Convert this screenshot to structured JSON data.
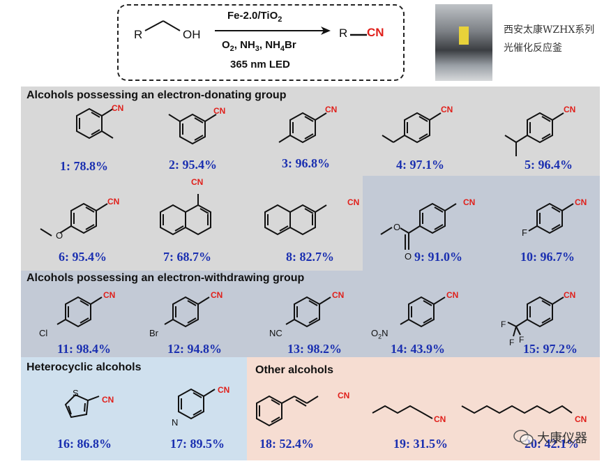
{
  "reaction": {
    "reactant_R": "R",
    "reactant_OH": "OH",
    "product_R": "R",
    "product_CN": "CN",
    "cond1_base": "Fe-2.0/TiO",
    "cond1_sub": "2",
    "cond2_a": "O",
    "cond2_a_sub": "2",
    "cond2_b": ", NH",
    "cond2_b_sub": "3",
    "cond2_c": ", NH",
    "cond2_c_sub": "4",
    "cond2_d": "Br",
    "cond3": "365 nm LED"
  },
  "reactor": {
    "caption_line1": "西安太康WZHX系列",
    "caption_line2": "光催化反应釜"
  },
  "sections": {
    "donating": "Alcohols possessing an electron-donating group",
    "withdrawing": "Alcohols possessing an electron-withdrawing group",
    "heterocyclic": "Heterocyclic alcohols",
    "other": "Other alcohols"
  },
  "products": [
    {
      "label": "1: 78.8%"
    },
    {
      "label": "2: 95.4%"
    },
    {
      "label": "3: 96.8%"
    },
    {
      "label": "4: 97.1%"
    },
    {
      "label": "5: 96.4%"
    },
    {
      "label": "6: 95.4%"
    },
    {
      "label": "7: 68.7%"
    },
    {
      "label": "8: 82.7%"
    },
    {
      "label": "9: 91.0%"
    },
    {
      "label": "10: 96.7%"
    },
    {
      "label": "11: 98.4%"
    },
    {
      "label": "12: 94.8%"
    },
    {
      "label": "13: 98.2%"
    },
    {
      "label": "14: 43.9%"
    },
    {
      "label": "15: 97.2%"
    },
    {
      "label": "16: 86.8%"
    },
    {
      "label": "17: 89.5%"
    },
    {
      "label": "18: 52.4%"
    },
    {
      "label": "19: 31.5%"
    },
    {
      "label": "20: 42.1%"
    }
  ],
  "atoms": {
    "cn": "CN",
    "nc": "NC",
    "cl": "Cl",
    "br": "Br",
    "f": "F",
    "o": "O",
    "n": "N",
    "s": "S",
    "o2n_o": "O",
    "o2n_sub": "2",
    "o2n_n": "N"
  },
  "watermark": "大康仪器",
  "colors": {
    "cn_red": "#e0201b",
    "label_blue": "#1a2fb0",
    "grey_panel": "#d8d8d8",
    "blue_grey_panel": "#c3cad6",
    "light_blue_panel": "#cfe0ee",
    "peach_panel": "#f6ddd2"
  }
}
